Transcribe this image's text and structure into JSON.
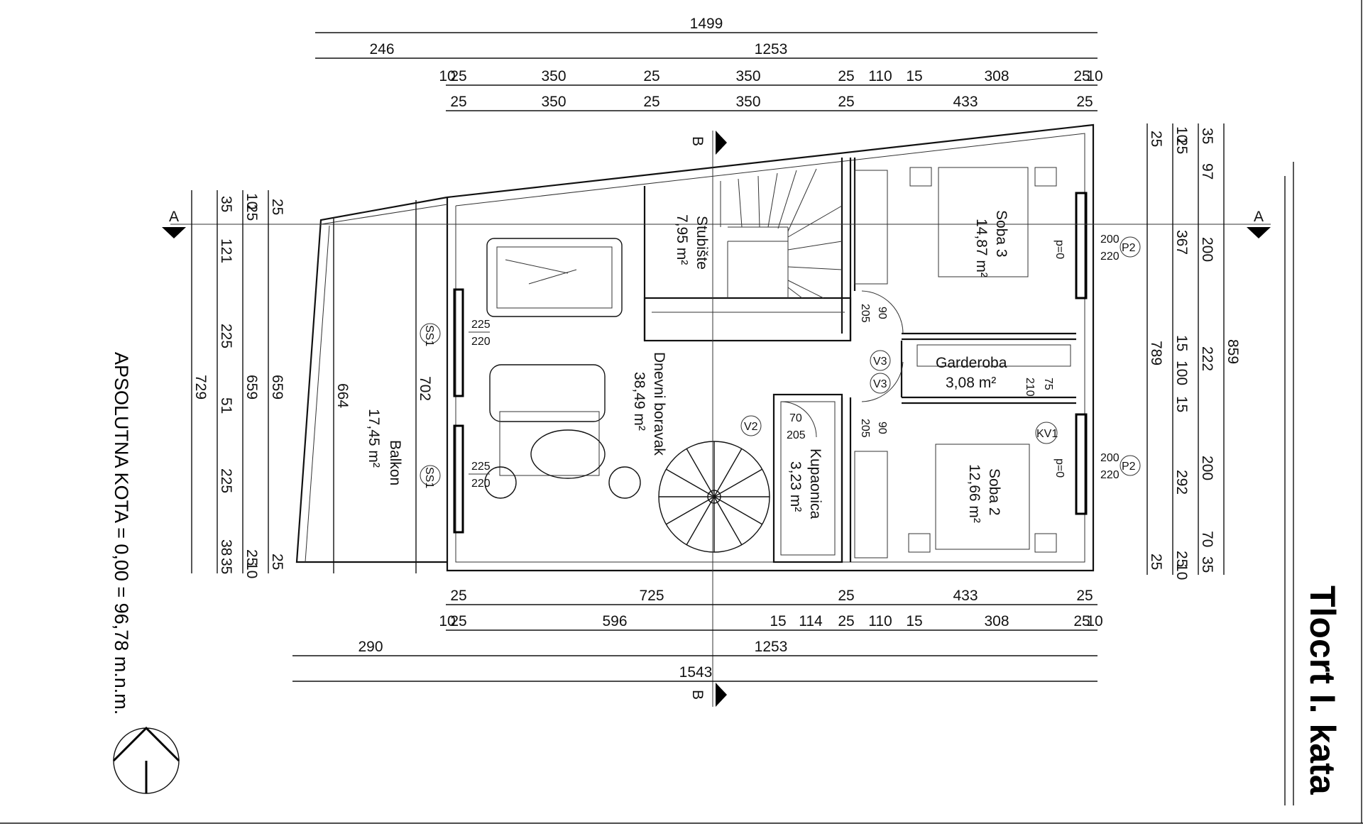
{
  "title": "Tlocrt I. kata",
  "reference_level": "APSOLUTNA KOTA = 0,00 = 96,78 m.n.m.",
  "section_markers": {
    "a": "A",
    "b": "B"
  },
  "rooms": [
    {
      "id": "balkon",
      "name": "Balkon",
      "area": "17,45 m²"
    },
    {
      "id": "dnevni",
      "name": "Dnevni boravak",
      "area": "38,49 m²"
    },
    {
      "id": "stubiste",
      "name": "Stubište",
      "area": "7,95 m²"
    },
    {
      "id": "soba3",
      "name": "Soba 3",
      "area": "14,87 m²"
    },
    {
      "id": "garderoba",
      "name": "Garderoba",
      "area": "3,08 m²"
    },
    {
      "id": "kupaonica",
      "name": "Kupaonica",
      "area": "3,23 m²"
    },
    {
      "id": "soba2",
      "name": "Soba 2",
      "area": "12,66 m²"
    }
  ],
  "tags": {
    "ss1": "SS1",
    "v2": "V2",
    "v3": "V3",
    "p2": "P2",
    "kv1": "KV1"
  },
  "opening_dims": {
    "ss1_w": "225",
    "ss1_h": "220",
    "p2_w": "200",
    "p2_h": "220",
    "parapet": "p=0",
    "v3_w": "90",
    "v3_h": "205",
    "v2_w": "70",
    "v2_h": "205",
    "v3b_w": "90",
    "v3b_h": "205",
    "kv1_w": "75",
    "kv1_h": "210"
  },
  "dims_top": {
    "overall": "1499",
    "row2": [
      "246",
      "1253"
    ],
    "row3": [
      "10",
      "25",
      "350",
      "25",
      "350",
      "25",
      "110",
      "15",
      "308",
      "25",
      "10"
    ],
    "row4": [
      "25",
      "350",
      "25",
      "350",
      "25",
      "433",
      "25"
    ]
  },
  "dims_bottom": {
    "row1": [
      "25",
      "725",
      "25",
      "433",
      "25"
    ],
    "row2": [
      "10",
      "25",
      "596",
      "15",
      "114",
      "25",
      "110",
      "15",
      "308",
      "25",
      "10"
    ],
    "row3": [
      "290",
      "1253"
    ],
    "overall": "1543"
  },
  "dims_left": {
    "total": "729",
    "chain": [
      "35",
      "121",
      "225",
      "51",
      "225",
      "38",
      "35"
    ],
    "chain2": [
      "10",
      "25",
      "659",
      "25",
      "10"
    ],
    "chain3": [
      "25",
      "659",
      "25"
    ],
    "balkon_depth": "664",
    "inner": "702"
  },
  "dims_right": {
    "inner": [
      "25",
      "789",
      "25"
    ],
    "chain": [
      "10",
      "25",
      "367",
      "15",
      "100",
      "15",
      "292",
      "25",
      "10"
    ],
    "outer": [
      "35",
      "97",
      "200",
      "222",
      "200",
      "70",
      "35"
    ],
    "total": "859"
  }
}
